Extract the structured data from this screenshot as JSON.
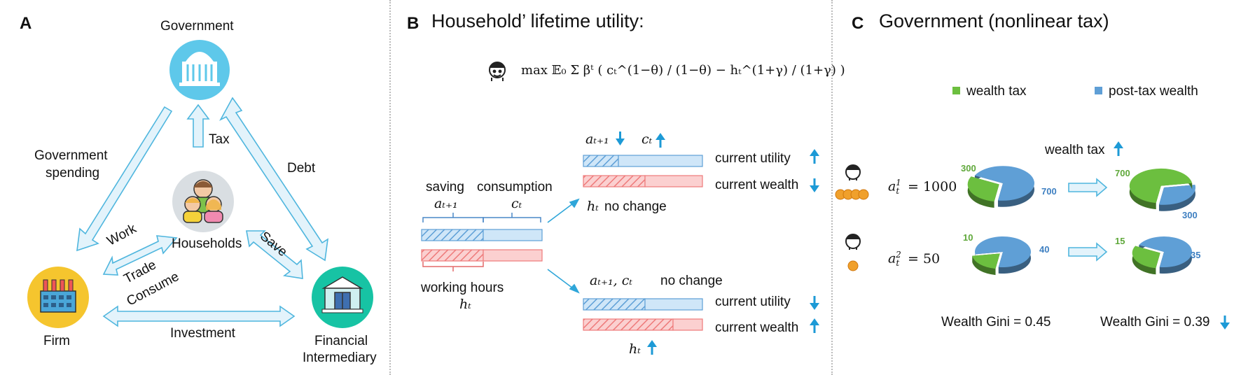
{
  "panels": {
    "a": {
      "letter": "A",
      "nodes": {
        "government": "Government",
        "households": "Households",
        "firm": "Firm",
        "financial_line1": "Financial",
        "financial_line2": "Intermediary"
      },
      "flows": {
        "tax": "Tax",
        "gov_spending_1": "Government",
        "gov_spending_2": "spending",
        "debt": "Debt",
        "work": "Work",
        "trade": "Trade",
        "consume": "Consume",
        "save": "Save",
        "investment": "Investment"
      }
    },
    "b": {
      "letter": "B",
      "title": "Household’ lifetime utility:",
      "formula": "max 𝔼₀ Σ βᵗ ( cₜ^(1−θ) / (1−θ) − hₜ^(1+γ) / (1+γ) )",
      "saving": "saving",
      "consumption": "consumption",
      "a_t1": "aₜ₊₁",
      "c_t": "cₜ",
      "working_hours": "working hours",
      "h_t": "hₜ",
      "top_case": {
        "a_label": "aₜ₊₁",
        "c_label": "cₜ",
        "h_no_change": "no change",
        "utility": "current utility",
        "wealth": "current wealth"
      },
      "bottom_case": {
        "ac_label": "aₜ₊₁, cₜ",
        "no_change": "no change",
        "utility": "current utility",
        "wealth": "current wealth",
        "h_label": "hₜ"
      },
      "colors": {
        "blue": "#9ecbf0",
        "red": "#f59a9a"
      }
    },
    "c": {
      "letter": "C",
      "title": "Government (nonlinear tax)",
      "legend": {
        "wealth_tax": "wealth tax",
        "post_tax": "post-tax wealth"
      },
      "wealth_tax_up": "wealth tax",
      "agent1": {
        "label": "= 1000",
        "before_tax": "300",
        "before_post": "700",
        "after_tax": "700",
        "after_post": "300"
      },
      "agent2": {
        "label": "= 50",
        "before_tax": "10",
        "before_post": "40",
        "after_tax": "15",
        "after_post": "35"
      },
      "gini_before": "Wealth Gini = 0.45",
      "gini_after": "Wealth Gini = 0.39",
      "colors": {
        "green": "#6cbf3f",
        "blue": "#5f9fd6"
      }
    }
  }
}
